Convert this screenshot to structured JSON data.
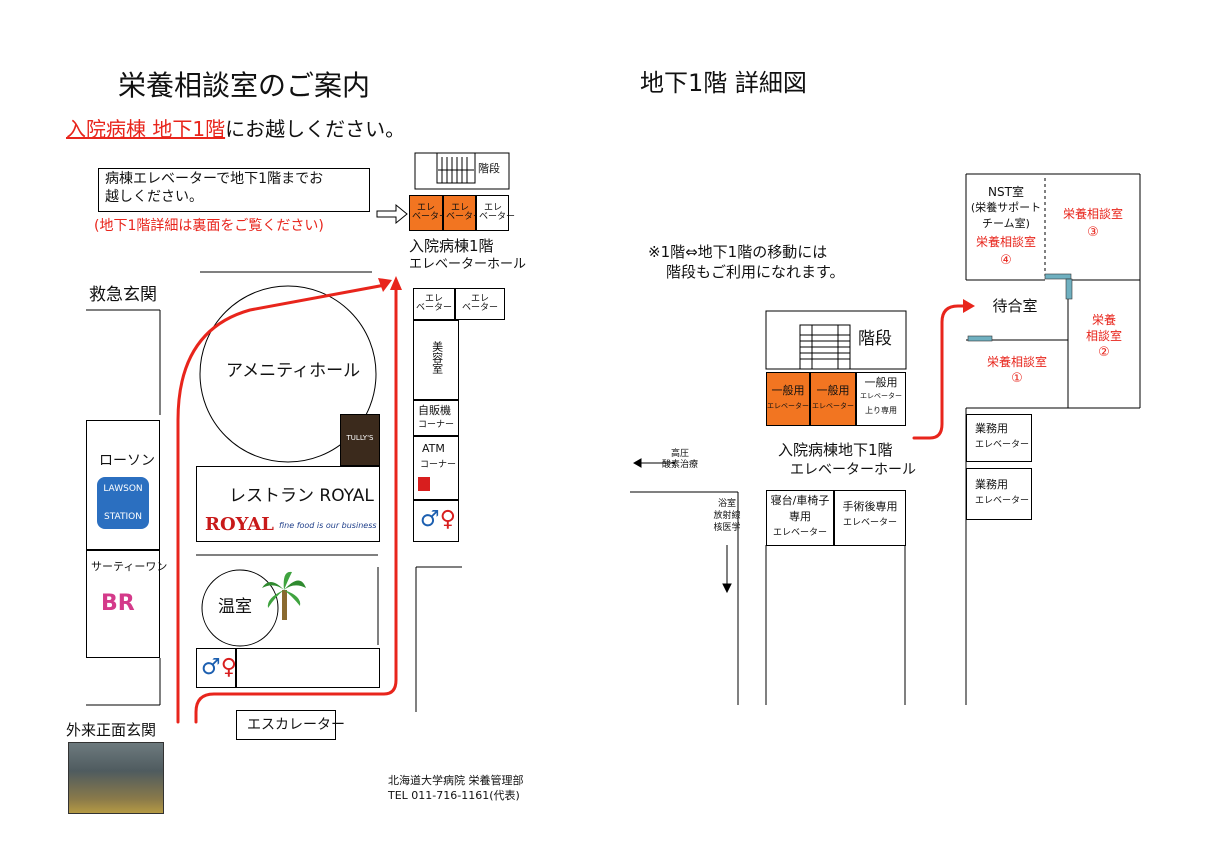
{
  "left": {
    "title": "栄養相談室のご案内",
    "subtitle_highlight": "入院病棟 地下1階",
    "subtitle_rest": "にお越しください。",
    "note_line1": "病棟エレベーターで地下1階までお",
    "note_line2": "越しください。",
    "note_red": "(地下1階詳細は裏面をご覧ください)",
    "stairs": "階段",
    "elevator": "エレ\nベーター",
    "elevator_hall_1": "入院病棟1階",
    "elevator_hall_2": "エレベーターホール",
    "emergency_entrance": "救急玄関",
    "amenity_hall": "アメニティホール",
    "tullys": "TULLY'S",
    "lawson": "ローソン",
    "lawson_logo_1": "LAWSON",
    "lawson_logo_2": "STATION",
    "restaurant": "レストラン ROYAL",
    "royal_logo": "ROYAL",
    "royal_tagline": "fine food is our business",
    "thirtyone": "サーティーワン",
    "br_logo": "BR",
    "greenhouse": "温室",
    "beauty_salon": "美容室",
    "vending_1": "自販機",
    "vending_2": "コーナー",
    "atm_1": "ATM",
    "atm_2": "コーナー",
    "escalator": "エスカレーター",
    "main_entrance": "外来正面玄関",
    "footer_1": "北海道大学病院 栄養管理部",
    "footer_2": "TEL 011-716-1161(代表)"
  },
  "right": {
    "title": "地下1階 詳細図",
    "note_line1": "※1階⇔地下1階の移動には",
    "note_line2": "階段もご利用になれます。",
    "stairs": "階段",
    "general_elevator": "一般用",
    "elevator_small": "エレベーター",
    "up_only": "上り専用",
    "elevator_hall_1": "入院病棟地下1階",
    "elevator_hall_2": "エレベーターホール",
    "hyperbaric_1": "高圧",
    "hyperbaric_2": "酸素治療",
    "bath_1": "浴室",
    "bath_2": "放射線",
    "bath_3": "核医学",
    "bed_elevator_1": "寝台/車椅子",
    "bed_elevator_2": "専用",
    "bed_elevator_3": "エレベーター",
    "postop_elevator_1": "手術後専用",
    "postop_elevator_2": "エレベーター",
    "nst_1": "NST室",
    "nst_2": "(栄養サポート",
    "nst_3": "チーム室)",
    "consult_room": "栄養相談室",
    "num_1": "①",
    "num_2": "②",
    "num_3": "③",
    "num_4": "④",
    "waiting_room": "待合室",
    "consult_split_1": "栄養",
    "consult_split_2": "相談室",
    "service_elevator_1": "業務用",
    "service_elevator_2": "エレベーター"
  },
  "colors": {
    "accent_red": "#e8251c",
    "elevator_orange": "#f27521",
    "toilet_blue": "#1c5fb0",
    "toilet_red": "#d81e1e",
    "palm_green": "#2f8a2f",
    "wall_teal": "#6fb0c0"
  },
  "icons": [
    "arrow-right-outline-icon",
    "toilet-icon",
    "post-box-icon",
    "palm-tree-icon",
    "route-arrow-icon"
  ]
}
